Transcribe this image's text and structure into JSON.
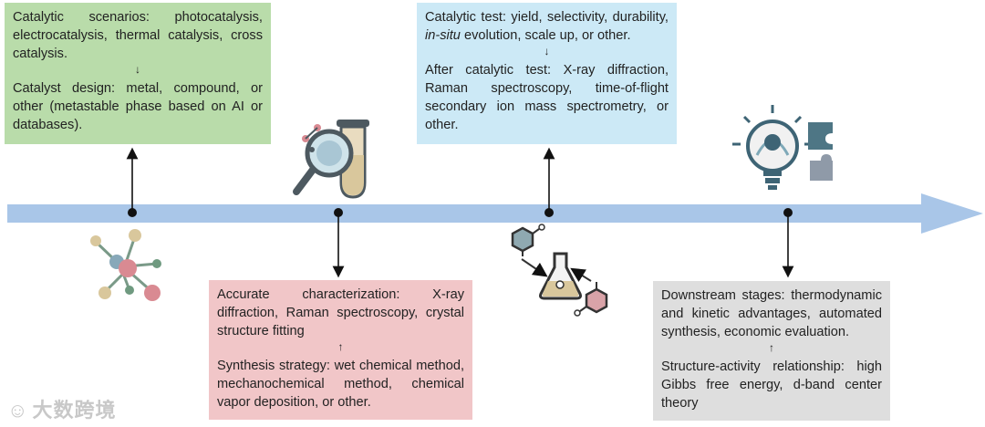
{
  "boxes": {
    "green": {
      "top_text": "Catalytic scenarios: photocatalysis, electrocatalysis, thermal catalysis, cross catalysis.",
      "bottom_text": "Catalyst design: metal, compound, or other (metastable phase based on AI or databases)."
    },
    "blue": {
      "top_text_before": "Catalytic test: yield, selectivity, durability, ",
      "top_text_italic": "in-situ",
      "top_text_after": " evolution, scale up, or other.",
      "bottom_text": "After catalytic test: X-ray diffraction, Raman spectroscopy, time-of-flight secondary ion mass spectrometry, or other."
    },
    "pink": {
      "top_text": "Accurate characterization: X-ray diffraction, Raman spectroscopy, crystal structure fitting",
      "bottom_text": "Synthesis strategy: wet chemical method, mechanochemical method, chemical vapor deposition, or other."
    },
    "gray": {
      "top_text": "Downstream stages: thermodynamic and kinetic advantages, automated synthesis, economic evaluation.",
      "bottom_text": "Structure-activity relationship: high Gibbs free energy, d-band center theory"
    }
  },
  "watermark": {
    "text": "大数跨境"
  },
  "icons": [
    "molecule-icon",
    "magnifier-testtube-icon",
    "flask-reaction-icon",
    "lightbulb-puzzle-icon"
  ],
  "colors": {
    "timeline": "#a9c6e8",
    "green_box": "#b9dcaa",
    "blue_box": "#cce9f6",
    "pink_box": "#f1c6c8",
    "gray_box": "#dedede"
  }
}
